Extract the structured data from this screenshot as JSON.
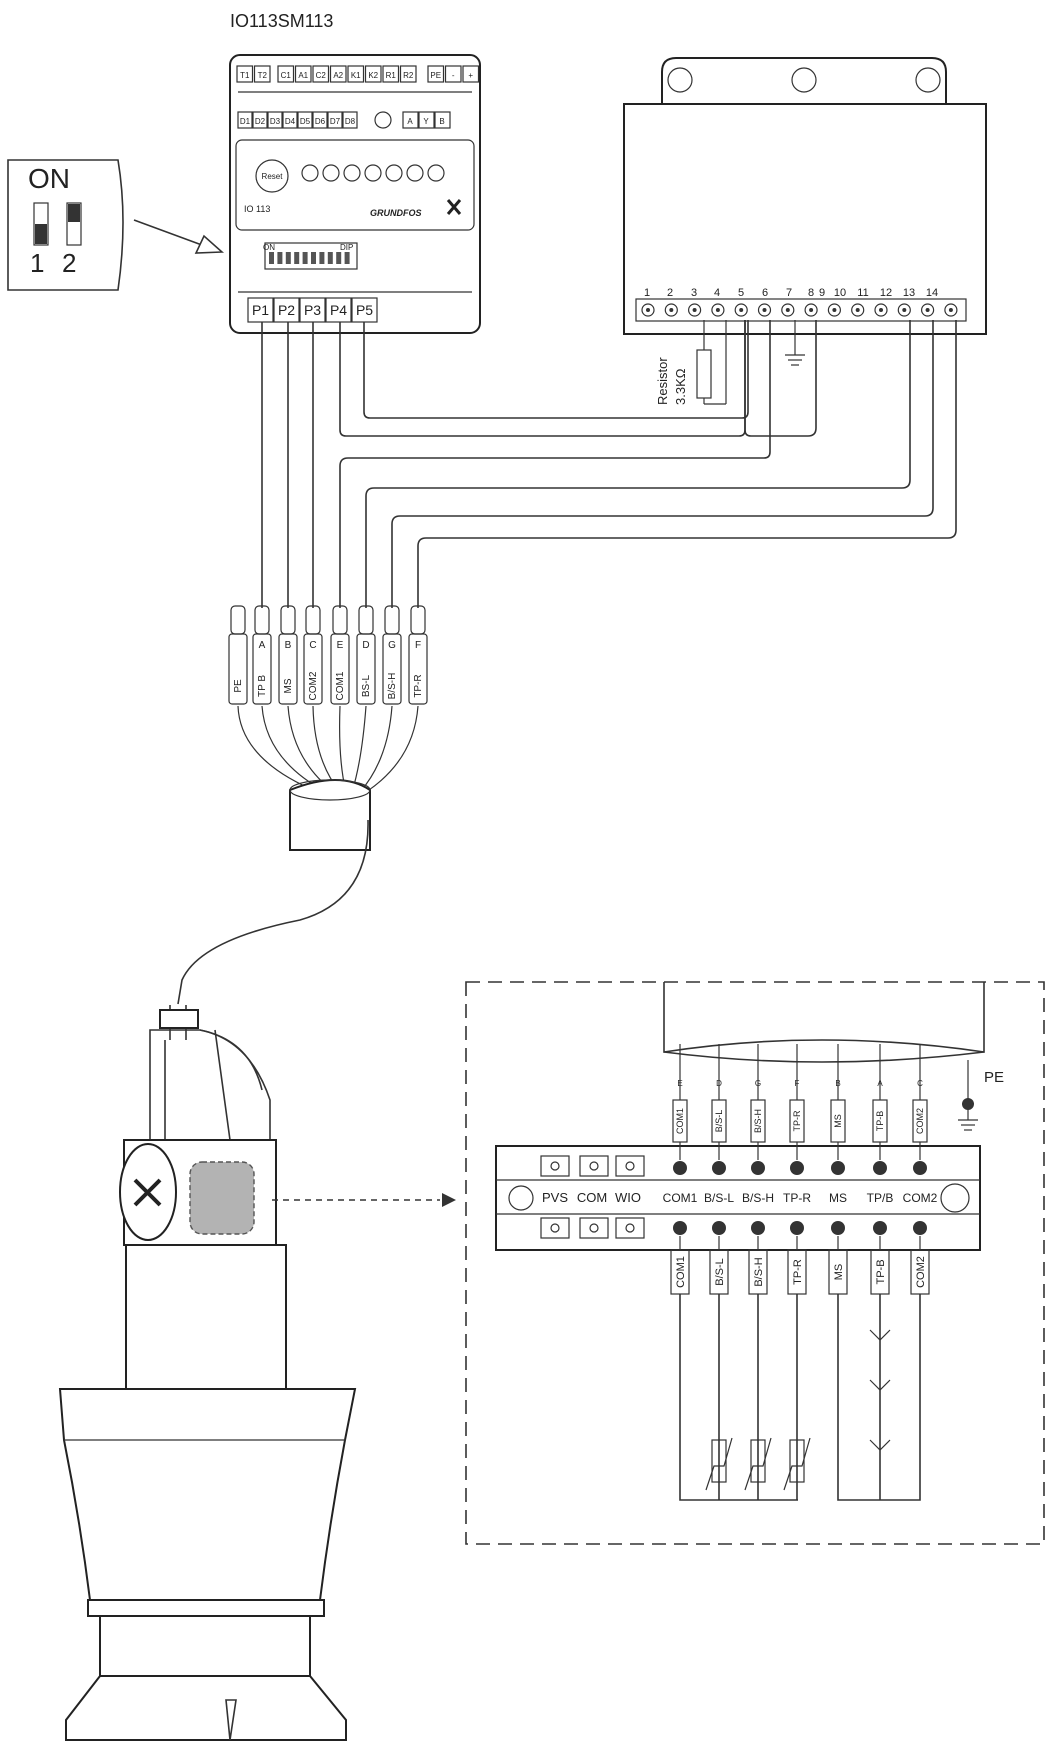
{
  "module": {
    "title": "IO113SM113",
    "top_terminals": [
      "T1",
      "T2",
      "C1",
      "A1",
      "C2",
      "A2",
      "K1",
      "K2",
      "R1",
      "R2",
      "PE",
      "-",
      "+"
    ],
    "mid_terminals": [
      "D1",
      "D2",
      "D3",
      "D4",
      "D5",
      "D6",
      "D7",
      "D8",
      "A",
      "Y",
      "B"
    ],
    "reset_label": "Reset",
    "model_label": "IO 113",
    "brand": "GRUNDFOS",
    "dip_on": "ON",
    "dip_label": "DIP",
    "ports": [
      "P1",
      "P2",
      "P3",
      "P4",
      "P5"
    ]
  },
  "dip_callout": {
    "on_label": "ON",
    "switch_numbers": [
      "1",
      "2"
    ]
  },
  "terminal_block": {
    "numbers": [
      "1",
      "2",
      "3",
      "4",
      "5",
      "6",
      "7",
      "8",
      "9",
      "10",
      "11",
      "12",
      "13",
      "14"
    ],
    "resistor_label": "Resistor",
    "resistor_value": "3.3KΩ"
  },
  "cable": {
    "wires": [
      {
        "letter": "",
        "name": "PE"
      },
      {
        "letter": "A",
        "name": "TP B"
      },
      {
        "letter": "B",
        "name": "MS"
      },
      {
        "letter": "C",
        "name": "COM2"
      },
      {
        "letter": "E",
        "name": "COM1"
      },
      {
        "letter": "D",
        "name": "BS-L"
      },
      {
        "letter": "G",
        "name": "B/S-H"
      },
      {
        "letter": "F",
        "name": "TP-R"
      }
    ]
  },
  "detail": {
    "pe_label": "PE",
    "left_labels": [
      "PVS",
      "COM",
      "WIO"
    ],
    "terminal_labels": [
      "COM1",
      "B/S-L",
      "B/S-H",
      "TP-R",
      "MS",
      "TP/B",
      "COM2"
    ],
    "top_tags": [
      "COM1",
      "B/S-L",
      "B/S-H",
      "TP-R",
      "MS",
      "TP-B",
      "COM2"
    ],
    "top_letters": [
      "E",
      "D",
      "G",
      "F",
      "B",
      "A",
      "C"
    ],
    "bottom_tags": [
      "COM1",
      "B/S-L",
      "B/S-H",
      "TP-R",
      "MS",
      "TP-B",
      "COM2"
    ]
  }
}
